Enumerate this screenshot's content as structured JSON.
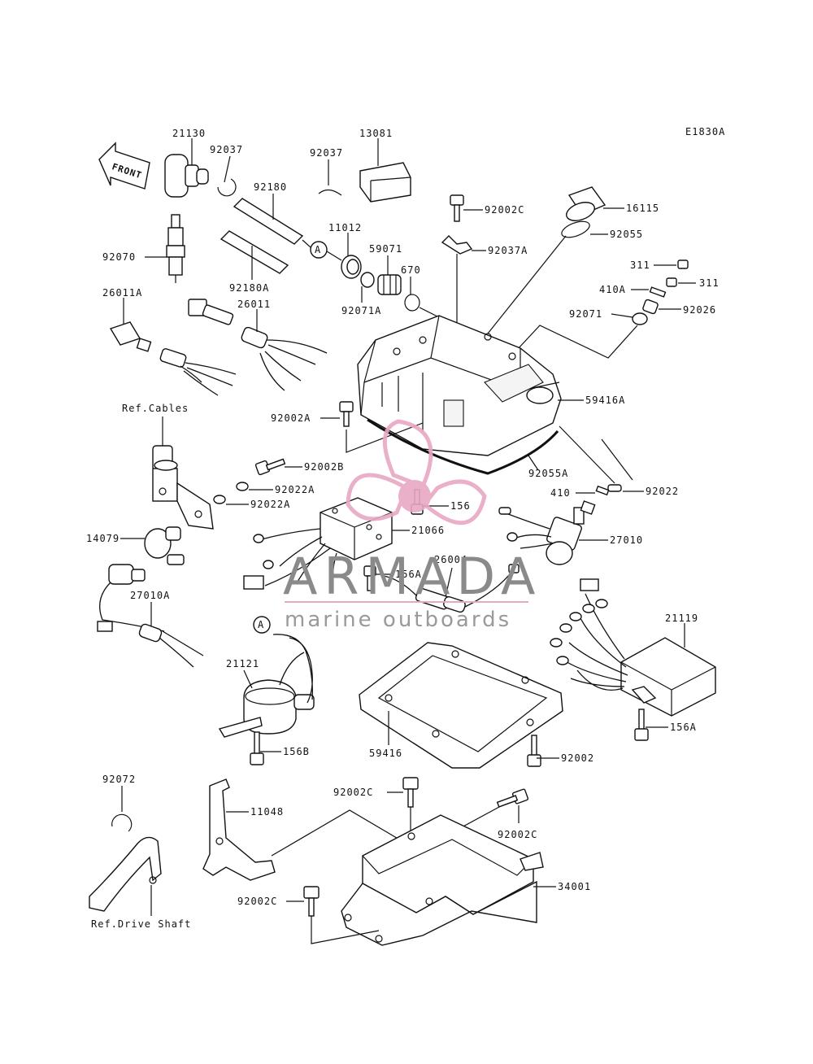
{
  "diagram": {
    "code": "E1830A",
    "front_label": "FRONT",
    "callouts": {
      "p21130": "21130",
      "p92037a": "92037",
      "p13081": "13081",
      "p92037b": "92037",
      "p92180": "92180",
      "p92180a": "92180A",
      "p92070": "92070",
      "p11012": "11012",
      "p59071": "59071",
      "p670": "670",
      "p92071a": "92071A",
      "p26011a": "26011A",
      "p26011": "26011",
      "p92002c_top": "92002C",
      "p92037a_clip": "92037A",
      "p16115": "16115",
      "p92055": "92055",
      "p311a": "311",
      "p311b": "311",
      "p410a": "410A",
      "p92071": "92071",
      "p92026": "92026",
      "p59416a": "59416A",
      "p92055a": "92055A",
      "p92002a": "92002A",
      "p92002b": "92002B",
      "p92022a_1": "92022A",
      "p92022a_2": "92022A",
      "p410": "410",
      "p92022": "92022",
      "p156": "156",
      "p21066": "21066",
      "p27010": "27010",
      "p14079": "14079",
      "p26004": "26004",
      "p156a_mid": "156A",
      "p27010a": "27010A",
      "p21119": "21119",
      "p21121": "21121",
      "p156b": "156B",
      "p59416": "59416",
      "p92002": "92002",
      "p156a_right": "156A",
      "p92072": "92072",
      "p11048": "11048",
      "p92002c_mid": "92002C",
      "p92002c_right": "92002C",
      "p34001": "34001",
      "p92002c_low": "92002C"
    },
    "ref_cables": "Ref.Cables",
    "ref_drive_shaft": "Ref.Drive Shaft",
    "connector_a1": "A",
    "connector_a2": "A"
  },
  "watermark": {
    "brand": "ARMADA",
    "tagline": "marine outboards",
    "logo_color": "#e8a7c4"
  }
}
